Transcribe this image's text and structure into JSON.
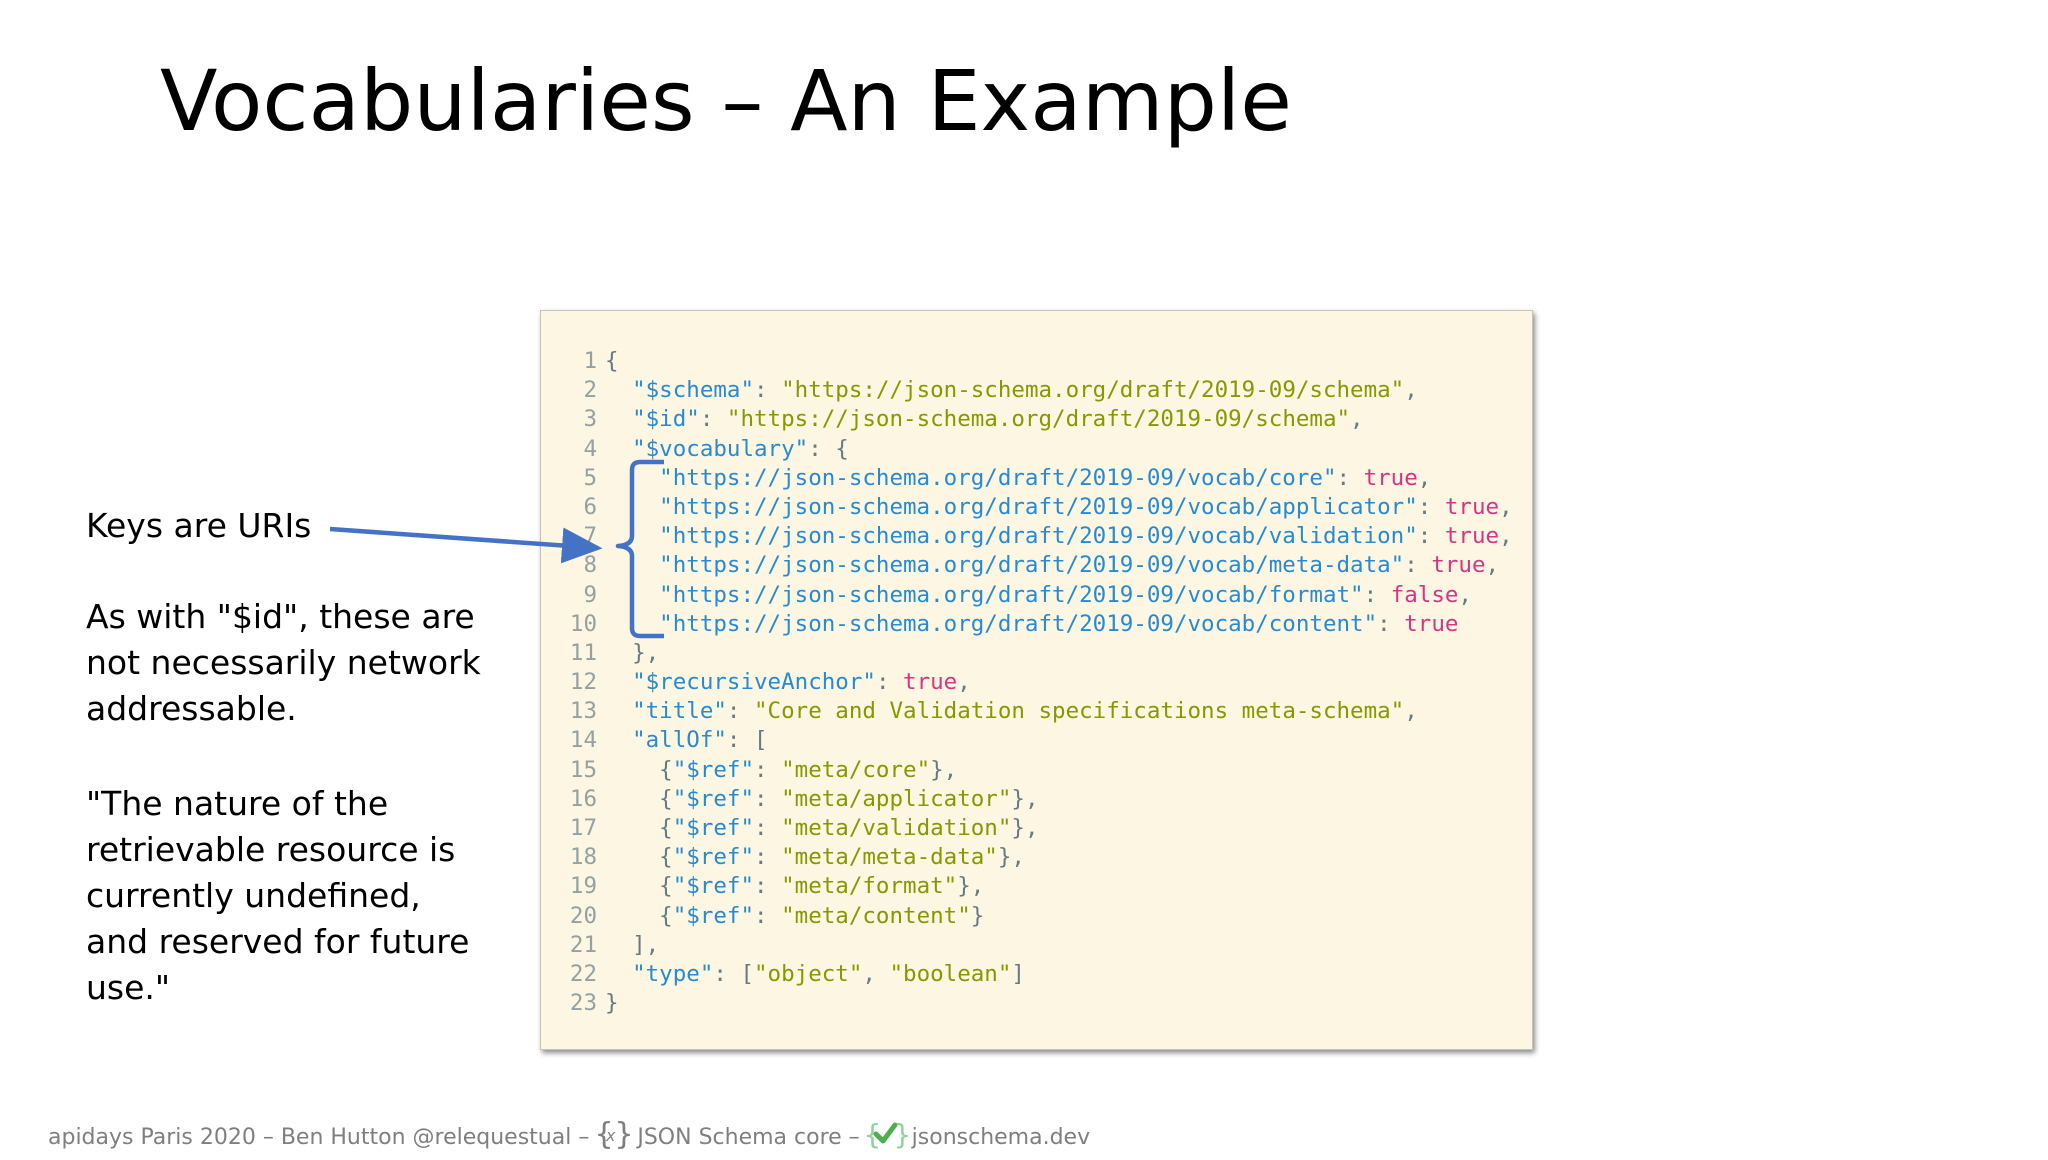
{
  "slide": {
    "title": "Vocabularies – An Example"
  },
  "notes": {
    "keys": "Keys are URIs",
    "id_note": "As with \"$id\", these are not necessarily network addressable.",
    "quote": "\"The nature of the retrievable resource is currently undefined, and reserved for future use.\""
  },
  "code": {
    "lines": [
      {
        "n": "1",
        "tokens": [
          {
            "t": "{",
            "c": "p"
          }
        ]
      },
      {
        "n": "2",
        "tokens": [
          {
            "t": "  \"$schema\"",
            "c": "k"
          },
          {
            "t": ": ",
            "c": "p"
          },
          {
            "t": "\"https://json-schema.org/draft/2019-09/schema\"",
            "c": "s"
          },
          {
            "t": ",",
            "c": "p"
          }
        ]
      },
      {
        "n": "3",
        "tokens": [
          {
            "t": "  \"$id\"",
            "c": "k"
          },
          {
            "t": ": ",
            "c": "p"
          },
          {
            "t": "\"https://json-schema.org/draft/2019-09/schema\"",
            "c": "s"
          },
          {
            "t": ",",
            "c": "p"
          }
        ]
      },
      {
        "n": "4",
        "tokens": [
          {
            "t": "  \"$vocabulary\"",
            "c": "k"
          },
          {
            "t": ": {",
            "c": "p"
          }
        ]
      },
      {
        "n": "5",
        "tokens": [
          {
            "t": "    \"https://json-schema.org/draft/2019-09/vocab/core\"",
            "c": "k"
          },
          {
            "t": ": ",
            "c": "p"
          },
          {
            "t": "true",
            "c": "b"
          },
          {
            "t": ",",
            "c": "p"
          }
        ]
      },
      {
        "n": "6",
        "tokens": [
          {
            "t": "    \"https://json-schema.org/draft/2019-09/vocab/applicator\"",
            "c": "k"
          },
          {
            "t": ": ",
            "c": "p"
          },
          {
            "t": "true",
            "c": "b"
          },
          {
            "t": ",",
            "c": "p"
          }
        ]
      },
      {
        "n": "7",
        "tokens": [
          {
            "t": "    \"https://json-schema.org/draft/2019-09/vocab/validation\"",
            "c": "k"
          },
          {
            "t": ": ",
            "c": "p"
          },
          {
            "t": "true",
            "c": "b"
          },
          {
            "t": ",",
            "c": "p"
          }
        ]
      },
      {
        "n": "8",
        "tokens": [
          {
            "t": "    \"https://json-schema.org/draft/2019-09/vocab/meta-data\"",
            "c": "k"
          },
          {
            "t": ": ",
            "c": "p"
          },
          {
            "t": "true",
            "c": "b"
          },
          {
            "t": ",",
            "c": "p"
          }
        ]
      },
      {
        "n": "9",
        "tokens": [
          {
            "t": "    \"https://json-schema.org/draft/2019-09/vocab/format\"",
            "c": "k"
          },
          {
            "t": ": ",
            "c": "p"
          },
          {
            "t": "false",
            "c": "b"
          },
          {
            "t": ",",
            "c": "p"
          }
        ]
      },
      {
        "n": "10",
        "tokens": [
          {
            "t": "    \"https://json-schema.org/draft/2019-09/vocab/content\"",
            "c": "k"
          },
          {
            "t": ": ",
            "c": "p"
          },
          {
            "t": "true",
            "c": "b"
          }
        ]
      },
      {
        "n": "11",
        "tokens": [
          {
            "t": "  },",
            "c": "p"
          }
        ]
      },
      {
        "n": "12",
        "tokens": [
          {
            "t": "  \"$recursiveAnchor\"",
            "c": "k"
          },
          {
            "t": ": ",
            "c": "p"
          },
          {
            "t": "true",
            "c": "b"
          },
          {
            "t": ",",
            "c": "p"
          }
        ]
      },
      {
        "n": "13",
        "tokens": [
          {
            "t": "  \"title\"",
            "c": "k"
          },
          {
            "t": ": ",
            "c": "p"
          },
          {
            "t": "\"Core and Validation specifications meta-schema\"",
            "c": "s"
          },
          {
            "t": ",",
            "c": "p"
          }
        ]
      },
      {
        "n": "14",
        "tokens": [
          {
            "t": "  \"allOf\"",
            "c": "k"
          },
          {
            "t": ": [",
            "c": "p"
          }
        ]
      },
      {
        "n": "15",
        "tokens": [
          {
            "t": "    {",
            "c": "p"
          },
          {
            "t": "\"$ref\"",
            "c": "k"
          },
          {
            "t": ": ",
            "c": "p"
          },
          {
            "t": "\"meta/core\"",
            "c": "s"
          },
          {
            "t": "},",
            "c": "p"
          }
        ]
      },
      {
        "n": "16",
        "tokens": [
          {
            "t": "    {",
            "c": "p"
          },
          {
            "t": "\"$ref\"",
            "c": "k"
          },
          {
            "t": ": ",
            "c": "p"
          },
          {
            "t": "\"meta/applicator\"",
            "c": "s"
          },
          {
            "t": "},",
            "c": "p"
          }
        ]
      },
      {
        "n": "17",
        "tokens": [
          {
            "t": "    {",
            "c": "p"
          },
          {
            "t": "\"$ref\"",
            "c": "k"
          },
          {
            "t": ": ",
            "c": "p"
          },
          {
            "t": "\"meta/validation\"",
            "c": "s"
          },
          {
            "t": "},",
            "c": "p"
          }
        ]
      },
      {
        "n": "18",
        "tokens": [
          {
            "t": "    {",
            "c": "p"
          },
          {
            "t": "\"$ref\"",
            "c": "k"
          },
          {
            "t": ": ",
            "c": "p"
          },
          {
            "t": "\"meta/meta-data\"",
            "c": "s"
          },
          {
            "t": "},",
            "c": "p"
          }
        ]
      },
      {
        "n": "19",
        "tokens": [
          {
            "t": "    {",
            "c": "p"
          },
          {
            "t": "\"$ref\"",
            "c": "k"
          },
          {
            "t": ": ",
            "c": "p"
          },
          {
            "t": "\"meta/format\"",
            "c": "s"
          },
          {
            "t": "},",
            "c": "p"
          }
        ]
      },
      {
        "n": "20",
        "tokens": [
          {
            "t": "    {",
            "c": "p"
          },
          {
            "t": "\"$ref\"",
            "c": "k"
          },
          {
            "t": ": ",
            "c": "p"
          },
          {
            "t": "\"meta/content\"",
            "c": "s"
          },
          {
            "t": "}",
            "c": "p"
          }
        ]
      },
      {
        "n": "21",
        "tokens": [
          {
            "t": "  ],",
            "c": "p"
          }
        ]
      },
      {
        "n": "22",
        "tokens": [
          {
            "t": "  \"type\"",
            "c": "k"
          },
          {
            "t": ": [",
            "c": "p"
          },
          {
            "t": "\"object\"",
            "c": "s"
          },
          {
            "t": ", ",
            "c": "p"
          },
          {
            "t": "\"boolean\"",
            "c": "s"
          },
          {
            "t": "]",
            "c": "p"
          }
        ]
      },
      {
        "n": "23",
        "tokens": [
          {
            "t": "}",
            "c": "p"
          }
        ]
      }
    ]
  },
  "footer": {
    "event": "apidays Paris 2020 – Ben Hutton @relequestual –",
    "core": "JSON Schema core –",
    "site": "jsonschema.dev"
  },
  "colors": {
    "arrow": "#4472c4",
    "code_bg": "#fdf6e3",
    "key": "#268bd2",
    "string": "#859900",
    "bool": "#d33682",
    "line_number": "#93a1a1"
  },
  "icons": {
    "json_schema_logo": "json-schema-logo-icon",
    "jsonschema_dev_logo": "check-braces-icon"
  }
}
